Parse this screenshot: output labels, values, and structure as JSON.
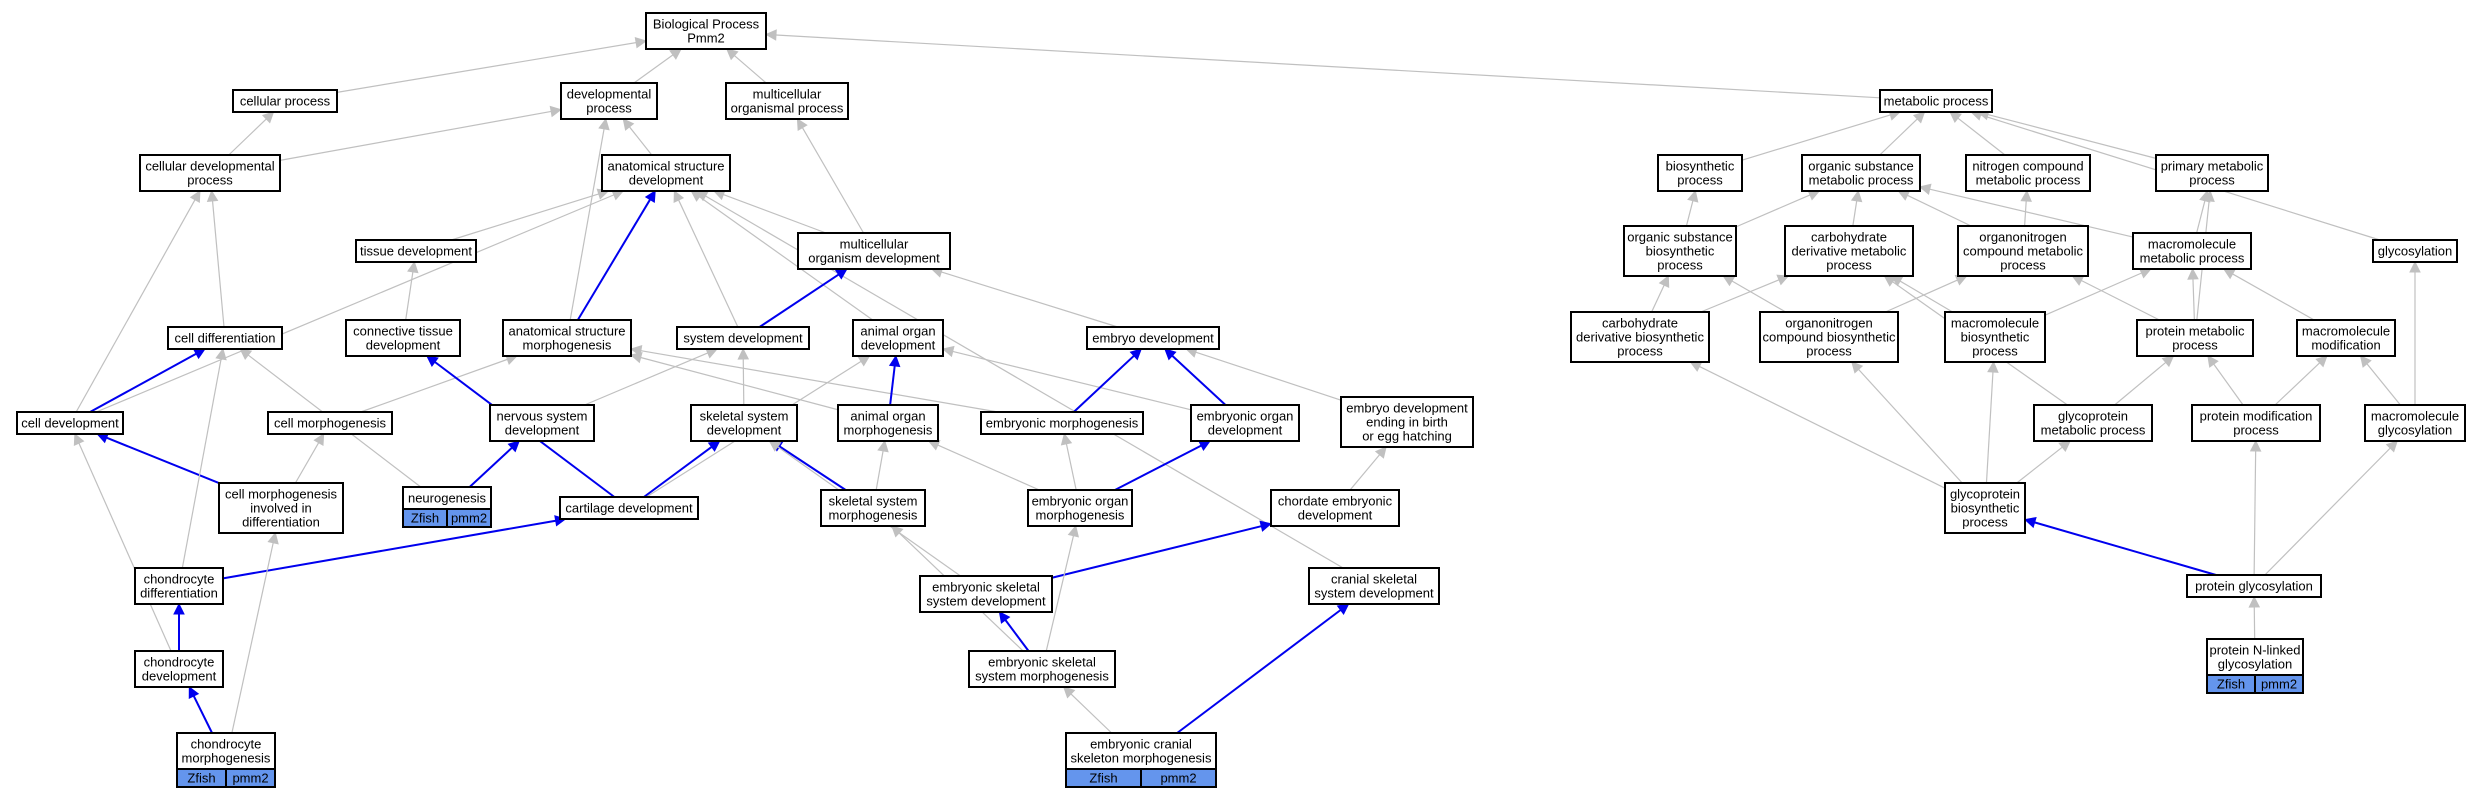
{
  "colors": {
    "regular_edge": "#c0c0c0",
    "annotated_edge": "#0000ee",
    "tag_fill": "#6495ed"
  },
  "nodes": {
    "bp": [
      "Biological Process",
      "Pmm2"
    ],
    "cellular_process": [
      "cellular process"
    ],
    "developmental_process": [
      "developmental",
      "process"
    ],
    "multicellular_organismal_process": [
      "multicellular",
      "organismal process"
    ],
    "metabolic_process": [
      "metabolic process"
    ],
    "cellular_developmental_process": [
      "cellular developmental",
      "process"
    ],
    "anatomical_structure_development": [
      "anatomical structure",
      "development"
    ],
    "biosynthetic_process": [
      "biosynthetic",
      "process"
    ],
    "organic_substance_metabolic_process": [
      "organic substance",
      "metabolic process"
    ],
    "nitrogen_compound_metabolic_process": [
      "nitrogen compound",
      "metabolic process"
    ],
    "primary_metabolic_process": [
      "primary metabolic",
      "process"
    ],
    "tissue_development": [
      "tissue development"
    ],
    "multicellular_organism_development": [
      "multicellular",
      "organism development"
    ],
    "organic_substance_biosynthetic_process": [
      "organic substance",
      "biosynthetic",
      "process"
    ],
    "carbohydrate_derivative_metabolic_process": [
      "carbohydrate",
      "derivative metabolic",
      "process"
    ],
    "organonitrogen_compound_metabolic_process": [
      "organonitrogen",
      "compound metabolic",
      "process"
    ],
    "macromolecule_metabolic_process": [
      "macromolecule",
      "metabolic process"
    ],
    "glycosylation": [
      "glycosylation"
    ],
    "cell_differentiation": [
      "cell differentiation"
    ],
    "connective_tissue_development": [
      "connective tissue",
      "development"
    ],
    "anatomical_structure_morphogenesis": [
      "anatomical structure",
      "morphogenesis"
    ],
    "system_development": [
      "system development"
    ],
    "animal_organ_development": [
      "animal organ",
      "development"
    ],
    "embryo_development": [
      "embryo development"
    ],
    "carbohydrate_derivative_biosynthetic_process": [
      "carbohydrate",
      "derivative biosynthetic",
      "process"
    ],
    "organonitrogen_compound_biosynthetic_process": [
      "organonitrogen",
      "compound biosynthetic",
      "process"
    ],
    "macromolecule_biosynthetic_process": [
      "macromolecule",
      "biosynthetic",
      "process"
    ],
    "protein_metabolic_process": [
      "protein metabolic",
      "process"
    ],
    "macromolecule_modification": [
      "macromolecule",
      "modification"
    ],
    "cell_development": [
      "cell development"
    ],
    "cell_morphogenesis": [
      "cell morphogenesis"
    ],
    "nervous_system_development": [
      "nervous system",
      "development"
    ],
    "skeletal_system_development": [
      "skeletal system",
      "development"
    ],
    "animal_organ_morphogenesis": [
      "animal organ",
      "morphogenesis"
    ],
    "embryonic_morphogenesis": [
      "embryonic morphogenesis"
    ],
    "embryonic_organ_development": [
      "embryonic organ",
      "development"
    ],
    "embryo_development_ending_in_birth": [
      "embryo development",
      "ending in birth",
      "or egg hatching"
    ],
    "glycoprotein_metabolic_process": [
      "glycoprotein",
      "metabolic process"
    ],
    "protein_modification_process": [
      "protein modification",
      "process"
    ],
    "macromolecule_glycosylation": [
      "macromolecule",
      "glycosylation"
    ],
    "neurogenesis": [
      "neurogenesis"
    ],
    "cell_morphogenesis_involved_in_differentiation": [
      "cell morphogenesis",
      "involved in",
      "differentiation"
    ],
    "cartilage_development": [
      "cartilage development"
    ],
    "skeletal_system_morphogenesis": [
      "skeletal system",
      "morphogenesis"
    ],
    "embryonic_organ_morphogenesis": [
      "embryonic organ",
      "morphogenesis"
    ],
    "chordate_embryonic_development": [
      "chordate embryonic",
      "development"
    ],
    "glycoprotein_biosynthetic_process": [
      "glycoprotein",
      "biosynthetic",
      "process"
    ],
    "chondrocyte_differentiation": [
      "chondrocyte",
      "differentiation"
    ],
    "embryonic_skeletal_system_development": [
      "embryonic skeletal",
      "system development"
    ],
    "cranial_skeletal_system_development": [
      "cranial skeletal",
      "system development"
    ],
    "protein_glycosylation": [
      "protein glycosylation"
    ],
    "chondrocyte_development": [
      "chondrocyte",
      "development"
    ],
    "embryonic_skeletal_system_morphogenesis": [
      "embryonic skeletal",
      "system morphogenesis"
    ],
    "protein_n_linked_glycosylation": [
      "protein N-linked",
      "glycosylation"
    ],
    "chondrocyte_morphogenesis": [
      "chondrocyte",
      "morphogenesis"
    ],
    "embryonic_cranial_skeleton_morphogenesis": [
      "embryonic cranial",
      "skeleton morphogenesis"
    ]
  },
  "annotations": {
    "neurogenesis": [
      "Zfish",
      "pmm2"
    ],
    "protein_n_linked_glycosylation": [
      "Zfish",
      "pmm2"
    ],
    "chondrocyte_morphogenesis": [
      "Zfish",
      "pmm2"
    ],
    "embryonic_cranial_skeleton_morphogenesis": [
      "Zfish",
      "pmm2"
    ]
  },
  "edges": [
    [
      "cellular_process",
      "bp",
      "gray"
    ],
    [
      "developmental_process",
      "bp",
      "gray"
    ],
    [
      "multicellular_organismal_process",
      "bp",
      "gray"
    ],
    [
      "metabolic_process",
      "bp",
      "gray"
    ],
    [
      "cellular_developmental_process",
      "cellular_process",
      "gray"
    ],
    [
      "cellular_developmental_process",
      "developmental_process",
      "gray"
    ],
    [
      "anatomical_structure_development",
      "developmental_process",
      "gray"
    ],
    [
      "anatomical_structure_morphogenesis",
      "developmental_process",
      "gray"
    ],
    [
      "multicellular_organism_development",
      "multicellular_organismal_process",
      "gray"
    ],
    [
      "multicellular_organism_development",
      "anatomical_structure_development",
      "gray"
    ],
    [
      "tissue_development",
      "anatomical_structure_development",
      "gray"
    ],
    [
      "system_development",
      "anatomical_structure_development",
      "gray"
    ],
    [
      "animal_organ_development",
      "anatomical_structure_development",
      "gray"
    ],
    [
      "cell_development",
      "anatomical_structure_development",
      "gray"
    ],
    [
      "cranial_skeletal_system_development",
      "anatomical_structure_development",
      "gray"
    ],
    [
      "anatomical_structure_morphogenesis",
      "anatomical_structure_development",
      "blue"
    ],
    [
      "system_development",
      "multicellular_organism_development",
      "blue"
    ],
    [
      "embryo_development",
      "multicellular_organism_development",
      "gray"
    ],
    [
      "connective_tissue_development",
      "tissue_development",
      "gray"
    ],
    [
      "cell_differentiation",
      "cellular_developmental_process",
      "gray"
    ],
    [
      "cell_development",
      "cellular_developmental_process",
      "gray"
    ],
    [
      "cell_development",
      "cell_differentiation",
      "blue"
    ],
    [
      "cell_morphogenesis",
      "anatomical_structure_morphogenesis",
      "gray"
    ],
    [
      "animal_organ_morphogenesis",
      "anatomical_structure_morphogenesis",
      "gray"
    ],
    [
      "embryonic_morphogenesis",
      "anatomical_structure_morphogenesis",
      "gray"
    ],
    [
      "nervous_system_development",
      "system_development",
      "gray"
    ],
    [
      "skeletal_system_development",
      "system_development",
      "gray"
    ],
    [
      "animal_organ_morphogenesis",
      "animal_organ_development",
      "blue"
    ],
    [
      "embryonic_organ_development",
      "animal_organ_development",
      "gray"
    ],
    [
      "cartilage_development",
      "animal_organ_development",
      "gray"
    ],
    [
      "embryonic_morphogenesis",
      "embryo_development",
      "blue"
    ],
    [
      "embryonic_organ_development",
      "embryo_development",
      "blue"
    ],
    [
      "embryo_development_ending_in_birth",
      "embryo_development",
      "gray"
    ],
    [
      "neurogenesis",
      "nervous_system_development",
      "blue"
    ],
    [
      "neurogenesis",
      "cell_differentiation",
      "gray"
    ],
    [
      "cell_morphogenesis_involved_in_differentiation",
      "cell_development",
      "blue"
    ],
    [
      "cell_morphogenesis_involved_in_differentiation",
      "cell_morphogenesis",
      "gray"
    ],
    [
      "cartilage_development",
      "connective_tissue_development",
      "blue"
    ],
    [
      "cartilage_development",
      "skeletal_system_development",
      "blue"
    ],
    [
      "skeletal_system_morphogenesis",
      "skeletal_system_development",
      "blue"
    ],
    [
      "skeletal_system_morphogenesis",
      "animal_organ_morphogenesis",
      "gray"
    ],
    [
      "embryonic_organ_morphogenesis",
      "animal_organ_morphogenesis",
      "gray"
    ],
    [
      "embryonic_organ_morphogenesis",
      "embryonic_morphogenesis",
      "gray"
    ],
    [
      "embryonic_organ_morphogenesis",
      "embryonic_organ_development",
      "blue"
    ],
    [
      "chordate_embryonic_development",
      "embryo_development_ending_in_birth",
      "gray"
    ],
    [
      "chondrocyte_differentiation",
      "cell_differentiation",
      "gray"
    ],
    [
      "chondrocyte_differentiation",
      "cartilage_development",
      "blue"
    ],
    [
      "embryonic_skeletal_system_development",
      "skeletal_system_development",
      "gray"
    ],
    [
      "embryonic_skeletal_system_development",
      "chordate_embryonic_development",
      "blue"
    ],
    [
      "chondrocyte_development",
      "chondrocyte_differentiation",
      "blue"
    ],
    [
      "chondrocyte_development",
      "cell_development",
      "gray"
    ],
    [
      "embryonic_skeletal_system_morphogenesis",
      "embryonic_skeletal_system_development",
      "blue"
    ],
    [
      "embryonic_skeletal_system_morphogenesis",
      "skeletal_system_morphogenesis",
      "gray"
    ],
    [
      "embryonic_skeletal_system_morphogenesis",
      "embryonic_organ_morphogenesis",
      "gray"
    ],
    [
      "chondrocyte_morphogenesis",
      "chondrocyte_development",
      "blue"
    ],
    [
      "chondrocyte_morphogenesis",
      "cell_morphogenesis_involved_in_differentiation",
      "gray"
    ],
    [
      "embryonic_cranial_skeleton_morphogenesis",
      "embryonic_skeletal_system_morphogenesis",
      "gray"
    ],
    [
      "embryonic_cranial_skeleton_morphogenesis",
      "cranial_skeletal_system_development",
      "blue"
    ],
    [
      "biosynthetic_process",
      "metabolic_process",
      "gray"
    ],
    [
      "organic_substance_metabolic_process",
      "metabolic_process",
      "gray"
    ],
    [
      "nitrogen_compound_metabolic_process",
      "metabolic_process",
      "gray"
    ],
    [
      "primary_metabolic_process",
      "metabolic_process",
      "gray"
    ],
    [
      "glycosylation",
      "metabolic_process",
      "gray"
    ],
    [
      "organic_substance_biosynthetic_process",
      "biosynthetic_process",
      "gray"
    ],
    [
      "organic_substance_biosynthetic_process",
      "organic_substance_metabolic_process",
      "gray"
    ],
    [
      "carbohydrate_derivative_metabolic_process",
      "organic_substance_metabolic_process",
      "gray"
    ],
    [
      "organonitrogen_compound_metabolic_process",
      "organic_substance_metabolic_process",
      "gray"
    ],
    [
      "organonitrogen_compound_metabolic_process",
      "nitrogen_compound_metabolic_process",
      "gray"
    ],
    [
      "macromolecule_metabolic_process",
      "organic_substance_metabolic_process",
      "gray"
    ],
    [
      "macromolecule_metabolic_process",
      "primary_metabolic_process",
      "gray"
    ],
    [
      "carbohydrate_derivative_biosynthetic_process",
      "organic_substance_biosynthetic_process",
      "gray"
    ],
    [
      "carbohydrate_derivative_biosynthetic_process",
      "carbohydrate_derivative_metabolic_process",
      "gray"
    ],
    [
      "organonitrogen_compound_biosynthetic_process",
      "organic_substance_biosynthetic_process",
      "gray"
    ],
    [
      "organonitrogen_compound_biosynthetic_process",
      "organonitrogen_compound_metabolic_process",
      "gray"
    ],
    [
      "macromolecule_biosynthetic_process",
      "carbohydrate_derivative_metabolic_process",
      "gray"
    ],
    [
      "macromolecule_biosynthetic_process",
      "macromolecule_metabolic_process",
      "gray"
    ],
    [
      "protein_metabolic_process",
      "organonitrogen_compound_metabolic_process",
      "gray"
    ],
    [
      "protein_metabolic_process",
      "macromolecule_metabolic_process",
      "gray"
    ],
    [
      "protein_metabolic_process",
      "primary_metabolic_process",
      "gray"
    ],
    [
      "macromolecule_modification",
      "macromolecule_metabolic_process",
      "gray"
    ],
    [
      "glycoprotein_metabolic_process",
      "carbohydrate_derivative_metabolic_process",
      "gray"
    ],
    [
      "glycoprotein_metabolic_process",
      "protein_metabolic_process",
      "gray"
    ],
    [
      "protein_modification_process",
      "protein_metabolic_process",
      "gray"
    ],
    [
      "protein_modification_process",
      "macromolecule_modification",
      "gray"
    ],
    [
      "macromolecule_glycosylation",
      "macromolecule_modification",
      "gray"
    ],
    [
      "macromolecule_glycosylation",
      "glycosylation",
      "gray"
    ],
    [
      "glycoprotein_biosynthetic_process",
      "carbohydrate_derivative_biosynthetic_process",
      "gray"
    ],
    [
      "glycoprotein_biosynthetic_process",
      "organonitrogen_compound_biosynthetic_process",
      "gray"
    ],
    [
      "glycoprotein_biosynthetic_process",
      "macromolecule_biosynthetic_process",
      "gray"
    ],
    [
      "glycoprotein_biosynthetic_process",
      "glycoprotein_metabolic_process",
      "gray"
    ],
    [
      "protein_glycosylation",
      "glycoprotein_biosynthetic_process",
      "blue"
    ],
    [
      "protein_glycosylation",
      "protein_modification_process",
      "gray"
    ],
    [
      "protein_glycosylation",
      "macromolecule_glycosylation",
      "gray"
    ],
    [
      "protein_n_linked_glycosylation",
      "protein_glycosylation",
      "gray"
    ]
  ]
}
